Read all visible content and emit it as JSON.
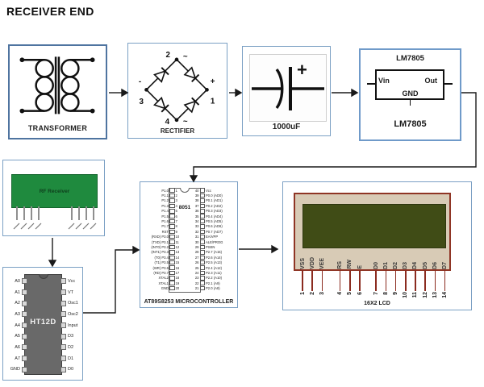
{
  "title": "RECEIVER END",
  "blocks": {
    "transformer": {
      "label": "TRANSFORMER"
    },
    "rectifier": {
      "label": "RECTIFIER",
      "terminals": {
        "top_num": "2",
        "top_sym": "~",
        "right_sym": "+",
        "right_num": "1",
        "left_sym": "-",
        "left_num": "3",
        "bottom_num": "4",
        "bottom_sym": "~"
      }
    },
    "capacitor": {
      "label": "1000uF",
      "plus": "+"
    },
    "regulator": {
      "top_label": "LM7805",
      "pin_in": "Vin",
      "pin_out": "Out",
      "pin_gnd": "GND",
      "caption": "LM7805"
    },
    "rf_receiver": {
      "label": "RF Receiver"
    },
    "mcu": {
      "chip_label": "8051",
      "caption": "AT89S8253 MICROCONTROLLER",
      "left_pins": [
        {
          "label": "P1.0",
          "num": "1"
        },
        {
          "label": "P1.1",
          "num": "2"
        },
        {
          "label": "P1.2",
          "num": "3"
        },
        {
          "label": "P1.3",
          "num": "4"
        },
        {
          "label": "P1.4",
          "num": "5"
        },
        {
          "label": "P1.5",
          "num": "6"
        },
        {
          "label": "P1.6",
          "num": "7"
        },
        {
          "label": "P1.7",
          "num": "8"
        },
        {
          "label": "RST",
          "num": "9"
        },
        {
          "label": "(RXD) P3.0",
          "num": "10"
        },
        {
          "label": "(TXD) P3.1",
          "num": "11"
        },
        {
          "label": "(INT0) P3.2",
          "num": "12"
        },
        {
          "label": "(INT1) P3.3",
          "num": "13"
        },
        {
          "label": "(T0) P3.4",
          "num": "14"
        },
        {
          "label": "(T1) P3.5",
          "num": "15"
        },
        {
          "label": "(WR) P3.6",
          "num": "16"
        },
        {
          "label": "(RD) P3.7",
          "num": "17"
        },
        {
          "label": "XTAL2",
          "num": "18"
        },
        {
          "label": "XTAL1",
          "num": "19"
        },
        {
          "label": "GND",
          "num": "20"
        }
      ],
      "right_pins": [
        {
          "num": "40",
          "label": "Vcc"
        },
        {
          "num": "39",
          "label": "P0.0 (AD0)"
        },
        {
          "num": "38",
          "label": "P0.1 (AD1)"
        },
        {
          "num": "37",
          "label": "P0.2 (AD2)"
        },
        {
          "num": "36",
          "label": "P0.3 (AD3)"
        },
        {
          "num": "35",
          "label": "P0.4 (AD4)"
        },
        {
          "num": "34",
          "label": "P0.5 (AD5)"
        },
        {
          "num": "33",
          "label": "P0.6 (AD6)"
        },
        {
          "num": "32",
          "label": "P0.7 (AD7)"
        },
        {
          "num": "31",
          "label": "EA/VPP"
        },
        {
          "num": "30",
          "label": "ALE/PROG"
        },
        {
          "num": "29",
          "label": "PSEN"
        },
        {
          "num": "28",
          "label": "P2.7 (A15)"
        },
        {
          "num": "27",
          "label": "P2.6 (A14)"
        },
        {
          "num": "26",
          "label": "P2.5 (A13)"
        },
        {
          "num": "25",
          "label": "P2.4 (A12)"
        },
        {
          "num": "24",
          "label": "P2.3 (A11)"
        },
        {
          "num": "23",
          "label": "P2.2 (A10)"
        },
        {
          "num": "22",
          "label": "P2.1 (A9)"
        },
        {
          "num": "21",
          "label": "P2.0 (A8)"
        }
      ]
    },
    "decoder": {
      "chip_label": "HT12D",
      "left_pins": [
        "A0",
        "A1",
        "A2",
        "A3",
        "A4",
        "A5",
        "A6",
        "A7",
        "GND"
      ],
      "right_pins": [
        "Vcc",
        "VT",
        "Osc1",
        "Osc2",
        "Input",
        "D3",
        "D2",
        "D1",
        "D0"
      ]
    },
    "lcd": {
      "caption": "16X2 LCD",
      "group1": [
        {
          "name": "VSS",
          "num": "1"
        },
        {
          "name": "VDD",
          "num": "2"
        },
        {
          "name": "VEE",
          "num": "3"
        }
      ],
      "group2": [
        {
          "name": "RS",
          "num": "4"
        },
        {
          "name": "RW",
          "num": "5"
        },
        {
          "name": "E",
          "num": "6"
        }
      ],
      "group3": [
        {
          "name": "D0",
          "num": "7"
        },
        {
          "name": "D1",
          "num": "8"
        },
        {
          "name": "D2",
          "num": "9"
        },
        {
          "name": "D3",
          "num": "10"
        },
        {
          "name": "D4",
          "num": "11"
        },
        {
          "name": "D5",
          "num": "12"
        },
        {
          "name": "D6",
          "num": "13"
        },
        {
          "name": "D7",
          "num": "14"
        }
      ]
    }
  },
  "colors": {
    "box-border": "#7ba0c4",
    "box-border-dark": "#4f74a0",
    "reg-border": "#6f9ac9",
    "green-module": "#1f8a3e",
    "green-dark": "#0e3f1c",
    "ic-gray": "#696969",
    "lcd-module": "#d8cbb6",
    "lcd-screen": "#404c16",
    "lcd-border": "#8f3525",
    "pin-red": "#8b2b1f"
  }
}
